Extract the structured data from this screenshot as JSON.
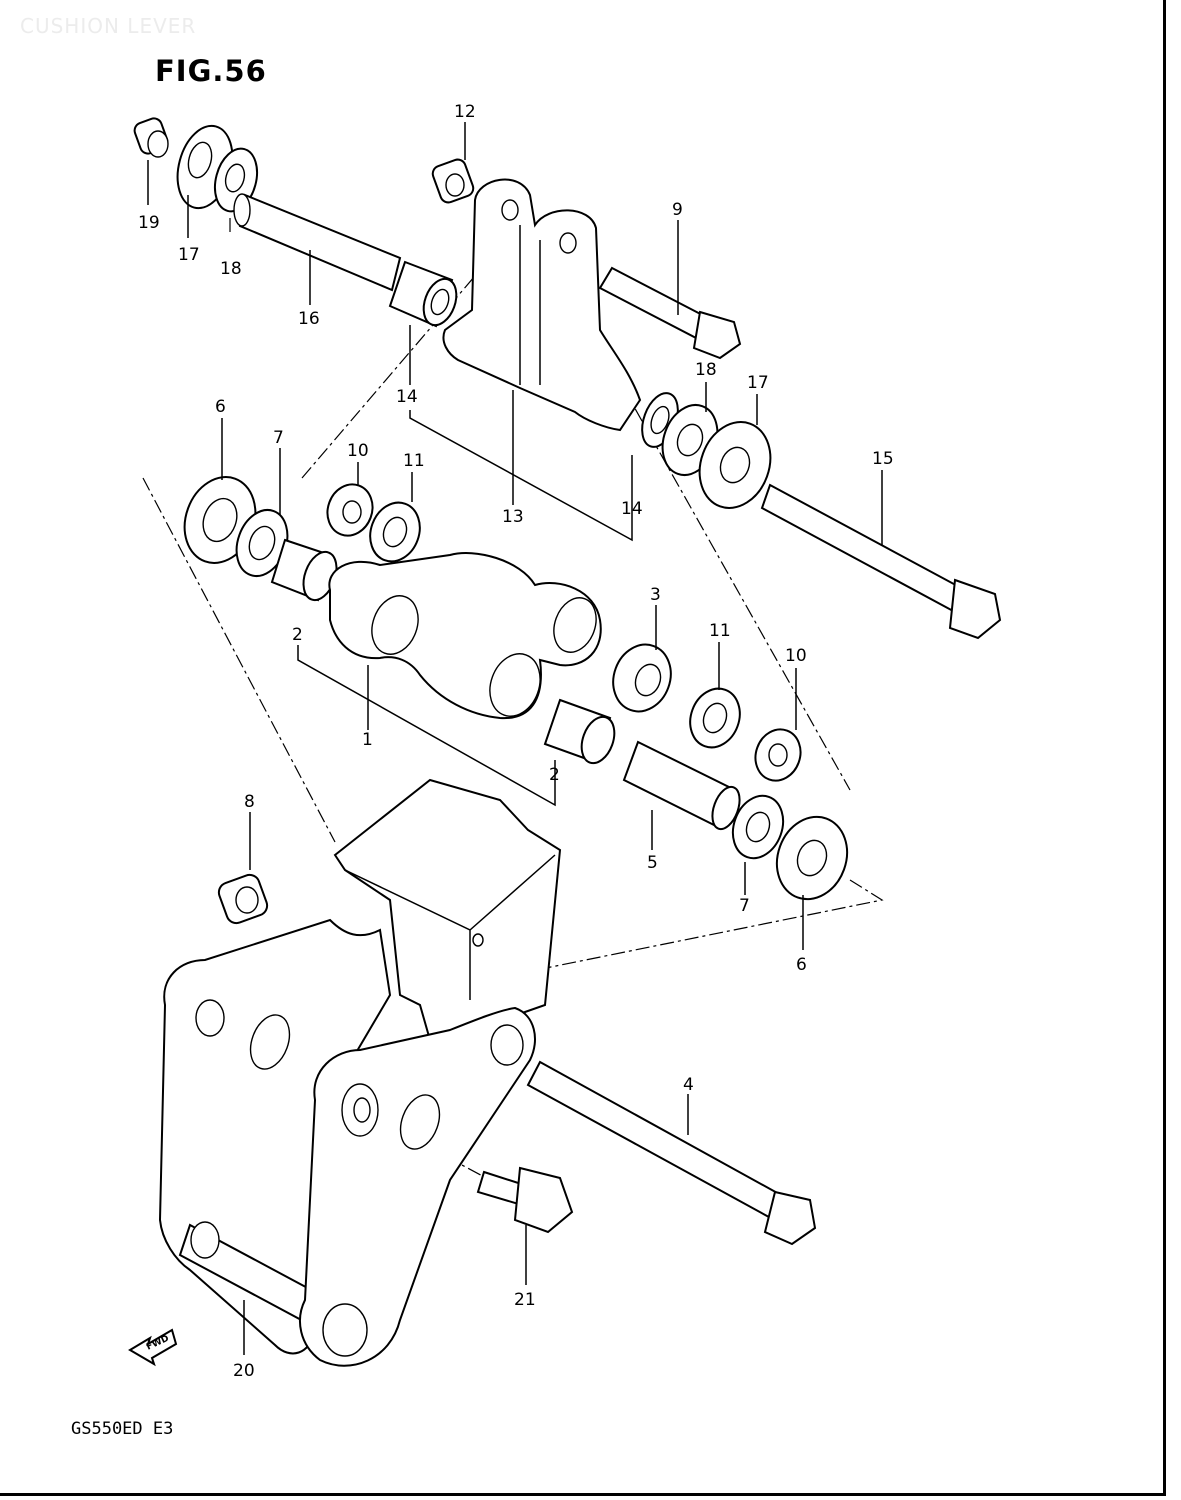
{
  "header": {
    "section_title": "CUSHION LEVER"
  },
  "figure": {
    "title": "FIG.56",
    "model_code": "GS550ED E3"
  },
  "callouts": [
    {
      "id": "12",
      "text": "12"
    },
    {
      "id": "19",
      "text": "19"
    },
    {
      "id": "17a",
      "text": "17"
    },
    {
      "id": "18a",
      "text": "18"
    },
    {
      "id": "16",
      "text": "16"
    },
    {
      "id": "9",
      "text": "9"
    },
    {
      "id": "6a",
      "text": "6"
    },
    {
      "id": "7a",
      "text": "7"
    },
    {
      "id": "10a",
      "text": "10"
    },
    {
      "id": "11a",
      "text": "11"
    },
    {
      "id": "14a",
      "text": "14"
    },
    {
      "id": "18b",
      "text": "18"
    },
    {
      "id": "17b",
      "text": "17"
    },
    {
      "id": "15",
      "text": "15"
    },
    {
      "id": "13",
      "text": "13"
    },
    {
      "id": "14b",
      "text": "14"
    },
    {
      "id": "3",
      "text": "3"
    },
    {
      "id": "11b",
      "text": "11"
    },
    {
      "id": "10b",
      "text": "10"
    },
    {
      "id": "2a",
      "text": "2"
    },
    {
      "id": "1",
      "text": "1"
    },
    {
      "id": "2b",
      "text": "2"
    },
    {
      "id": "8",
      "text": "8"
    },
    {
      "id": "5",
      "text": "5"
    },
    {
      "id": "7b",
      "text": "7"
    },
    {
      "id": "6b",
      "text": "6"
    },
    {
      "id": "4",
      "text": "4"
    },
    {
      "id": "21",
      "text": "21"
    },
    {
      "id": "20",
      "text": "20"
    }
  ],
  "fwd_marker": {
    "text": "FWD"
  }
}
